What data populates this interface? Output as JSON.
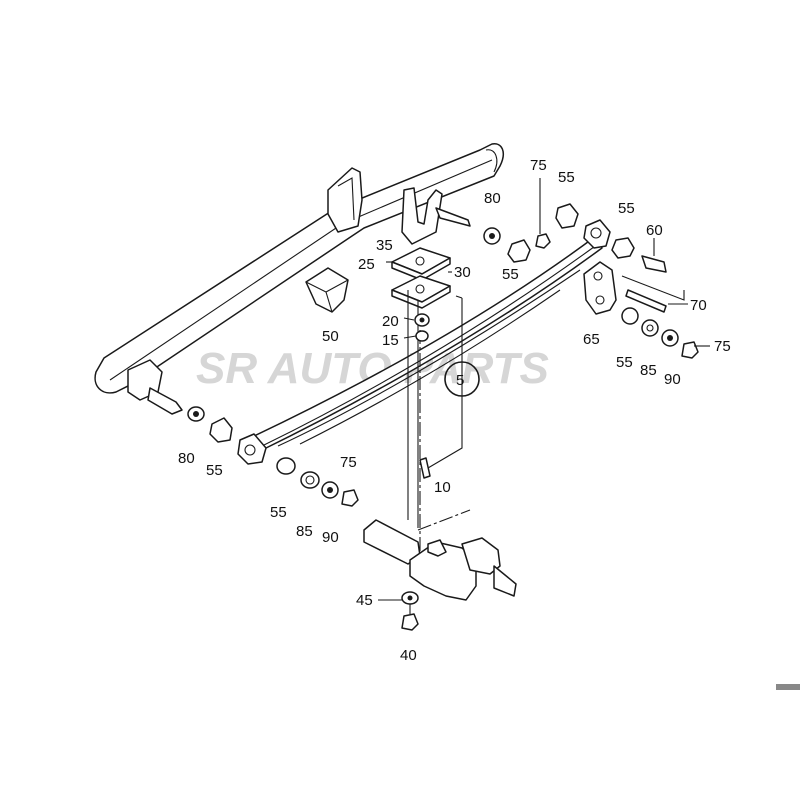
{
  "watermark": "SR AUTO PARTS",
  "callouts": {
    "c5": "5",
    "c10": "10",
    "c15": "15",
    "c20": "20",
    "c25": "25",
    "c30": "30",
    "c35": "35",
    "c40": "40",
    "c45": "45",
    "c50": "50",
    "c55a": "55",
    "c55b": "55",
    "c55c": "55",
    "c55d": "55",
    "c55e": "55",
    "c55f": "55",
    "c60": "60",
    "c65": "65",
    "c70": "70",
    "c75a": "75",
    "c75b": "75",
    "c75c": "75",
    "c80a": "80",
    "c80b": "80",
    "c85a": "85",
    "c85b": "85",
    "c90a": "90",
    "c90b": "90"
  },
  "colors": {
    "line": "#1a1a1a",
    "watermark": "#d6d6d6",
    "background": "#ffffff",
    "edge_marker": "#888888"
  }
}
